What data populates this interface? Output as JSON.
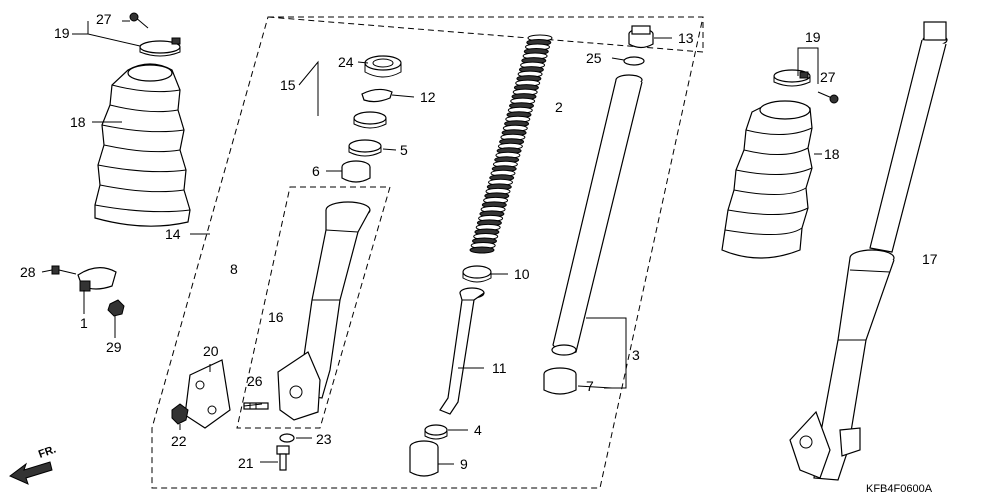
{
  "diagram": {
    "code": "KFB4F0600A",
    "direction": "FR.",
    "callouts": {
      "c1": "1",
      "c2": "2",
      "c3": "3",
      "c4": "4",
      "c5": "5",
      "c6": "6",
      "c7": "7",
      "c8": "8",
      "c9": "9",
      "c10": "10",
      "c11": "11",
      "c12": "12",
      "c13": "13",
      "c14": "14",
      "c15": "15",
      "c16": "16",
      "c17": "17",
      "c18": "18",
      "c19": "19",
      "c20": "20",
      "c21": "21",
      "c22": "22",
      "c23": "23",
      "c24": "24",
      "c25": "25",
      "c26": "26",
      "c27": "27",
      "c28": "28",
      "c29": "29"
    }
  }
}
